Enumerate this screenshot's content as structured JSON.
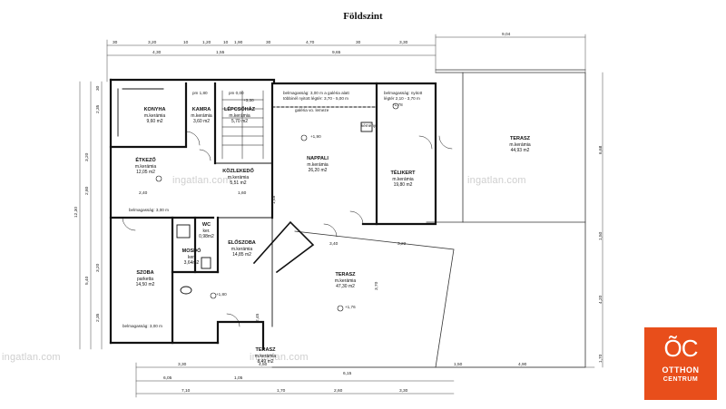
{
  "title": "Földszint",
  "watermark": "ingatlan.com",
  "logo": {
    "mark": "ÕC",
    "line1": "OTTHON",
    "line2": "CENTRUM",
    "color": "#e84e1b"
  },
  "rooms": {
    "konyha": {
      "name": "KONYHA",
      "floor": "m.kerámia",
      "area": "9,60 m2"
    },
    "kamra": {
      "name": "KAMRA",
      "floor": "m.kerámia",
      "area": "3,60 m2"
    },
    "lepcso": {
      "name": "LÉPCSŐHÁZ",
      "floor": "m.kerámia",
      "area": "5,70 m2"
    },
    "etkezo": {
      "name": "ÉTKEZŐ",
      "floor": "m.kerámia",
      "area": "12,05 m2"
    },
    "kozlekedo": {
      "name": "KÖZLEKEDŐ",
      "floor": "m.kerámia",
      "area": "5,51 m2"
    },
    "nappali": {
      "name": "NAPPALI",
      "floor": "m.kerámia",
      "area": "26,20 m2"
    },
    "telikert": {
      "name": "TÉLIKERT",
      "floor": "m.kerámia",
      "area": "19,80 m2"
    },
    "terasz_ne": {
      "name": "TERASZ",
      "floor": "m.kerámia",
      "area": "44,93 m2"
    },
    "wc": {
      "name": "WC",
      "floor": "ker.",
      "area": "0,98m2"
    },
    "mosdo": {
      "name": "MOSDÓ",
      "floor": "ker.",
      "area": "3,64m2"
    },
    "eloszoba": {
      "name": "ELŐSZOBA",
      "floor": "m.kerámia",
      "area": "14,85 m2"
    },
    "szoba": {
      "name": "SZOBA",
      "floor": "parketta",
      "area": "14,50 m2"
    },
    "terasz_mid": {
      "name": "TERASZ",
      "floor": "m.kerámia",
      "area": "47,30 m2"
    },
    "terasz_s": {
      "name": "TERASZ",
      "floor": "m.kerámia",
      "area": "8,49 m2"
    }
  },
  "notes": {
    "belmag_top": "belmagasság: 3,00 m a galéria alatt",
    "belmag_top2": "többinél nyitott légtér: 3,70 - 5,00 m",
    "galeria": "galéria vo. lemeze",
    "belmag_tel": "belmagasság: nyitott",
    "belmag_tel2": "légtér 2,10 - 3,70 m",
    "belmag_mid": "belmagasság: 3,00 m",
    "belmag_bot": "belmagasság: 3,00 m",
    "kemeny": "kémény",
    "lev1": "+1,90",
    "lev2": "+1,78",
    "lev3": "+1,80",
    "lev4": "+1,76",
    "lev_kamra": "pm 1,80",
    "lev_lep": "pm 0,00",
    "lev_lep2": "+3,30"
  },
  "dims_top1": [
    "30",
    "3,20",
    "10",
    "1,20",
    "10",
    "1,90",
    "30",
    "4,70",
    "30",
    "3,30"
  ],
  "dims_top2": [
    "4,30",
    "1,55",
    "9,65"
  ],
  "dim_top_right": "9,04",
  "dims_bot1": [
    "3,30",
    "4,50",
    "1,50",
    "4,90"
  ],
  "dims_bot2": [
    "6,05",
    "1,05",
    "6,15"
  ],
  "dims_bot3": [
    "7,10",
    "1,70",
    "2,60",
    "3,30"
  ],
  "dims_left": [
    "30",
    "2,35",
    "3,20",
    "2,80",
    "12,30",
    "5,40",
    "3,20",
    "2,35"
  ],
  "dims_right": [
    "6,68",
    "1,50",
    "4,20",
    "1,70"
  ],
  "dims_inner": [
    "2,40",
    "1,60",
    "3,40",
    "3,22",
    "3,70",
    "1,48",
    "2,45"
  ]
}
